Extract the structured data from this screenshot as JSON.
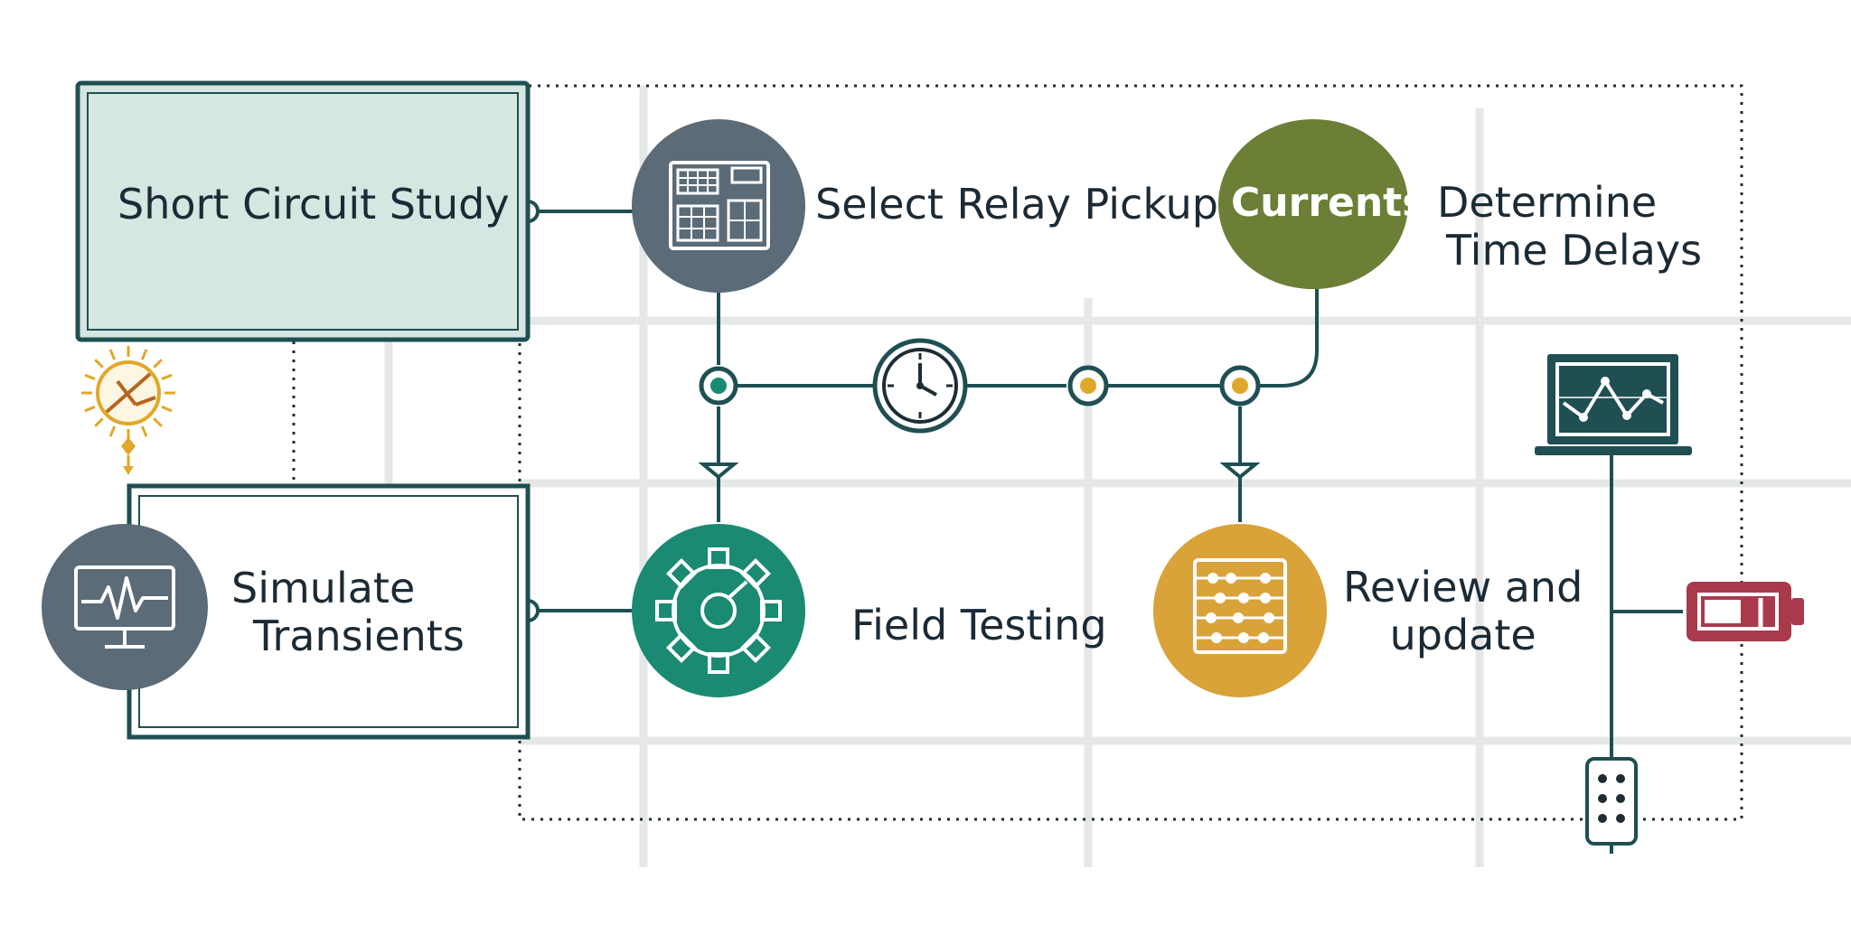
{
  "diagram": {
    "steps": {
      "short_circuit": "Short Circuit  Study",
      "select_relay": "Select  Relay Pickup",
      "currents": "Currents",
      "determine": [
        "Determine",
        "Time Delays"
      ],
      "simulate": [
        "Simulate",
        "Transients"
      ],
      "field_testing": "Field Testing",
      "review": [
        "Review  and",
        "update"
      ]
    },
    "icons": [
      "table-grid-icon",
      "analog-clock-icon",
      "gear-icon",
      "waveform-monitor-icon",
      "sun-relay-icon",
      "laptop-chart-icon",
      "abacus-icon",
      "battery-icon",
      "remote-control-icon"
    ],
    "colors": {
      "teal_dark": "#1f4f52",
      "slate": "#5b6b77",
      "olive": "#6b7f36",
      "green": "#1a8a73",
      "mustard": "#d9a33a",
      "crimson": "#a83a4c",
      "gold": "#e0a82a",
      "panel_fill": "#d6e6e0"
    }
  }
}
